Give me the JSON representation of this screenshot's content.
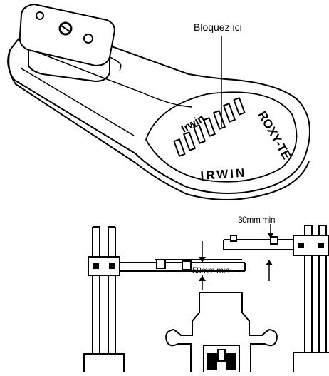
{
  "top_figure": {
    "callout_label": "Bloquez ici",
    "base_text_left": "Irwin",
    "base_text_right": "ROXY-TE",
    "base_text_bottom": "IRWIN"
  },
  "bottom_figure": {
    "dim_top_label": "30mm min",
    "dim_bottom_label": "50mm min"
  },
  "icons": {
    "arrows": [
      "arrow-down-icon",
      "arrow-up-icon"
    ]
  }
}
